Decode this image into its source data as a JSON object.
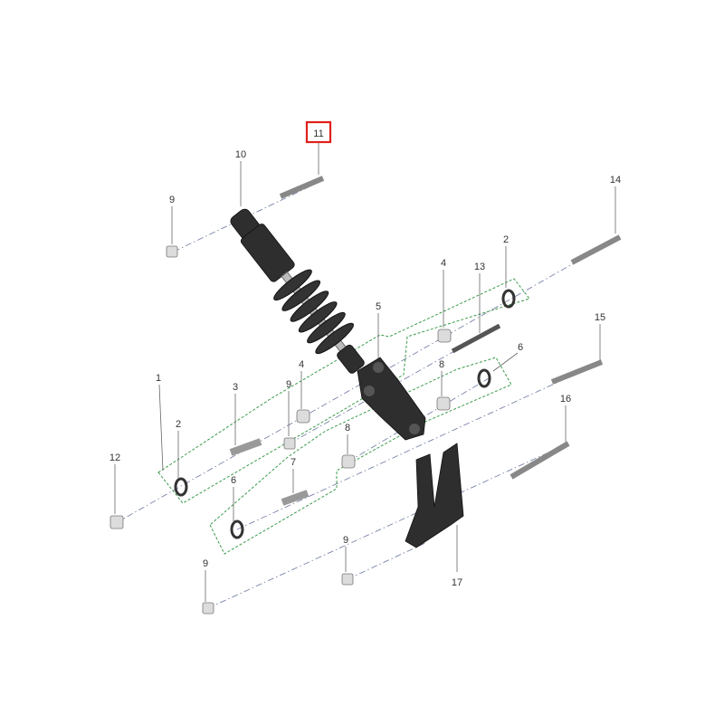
{
  "diagram": {
    "title": "Rear suspension exploded view",
    "highlighted_callout": "11",
    "highlight_color": "#e0201b",
    "group_outline_color": "#3a9a4a",
    "axis_color": "#7a85a8"
  },
  "callouts": [
    {
      "label": "11"
    },
    {
      "label": "10"
    },
    {
      "label": "9"
    },
    {
      "label": "14"
    },
    {
      "label": "2"
    },
    {
      "label": "4"
    },
    {
      "label": "13"
    },
    {
      "label": "5"
    },
    {
      "label": "15"
    },
    {
      "label": "6"
    },
    {
      "label": "4"
    },
    {
      "label": "8"
    },
    {
      "label": "3"
    },
    {
      "label": "9"
    },
    {
      "label": "1"
    },
    {
      "label": "16"
    },
    {
      "label": "2"
    },
    {
      "label": "8"
    },
    {
      "label": "7"
    },
    {
      "label": "12"
    },
    {
      "label": "6"
    },
    {
      "label": "9"
    },
    {
      "label": "9"
    },
    {
      "label": "17"
    }
  ]
}
